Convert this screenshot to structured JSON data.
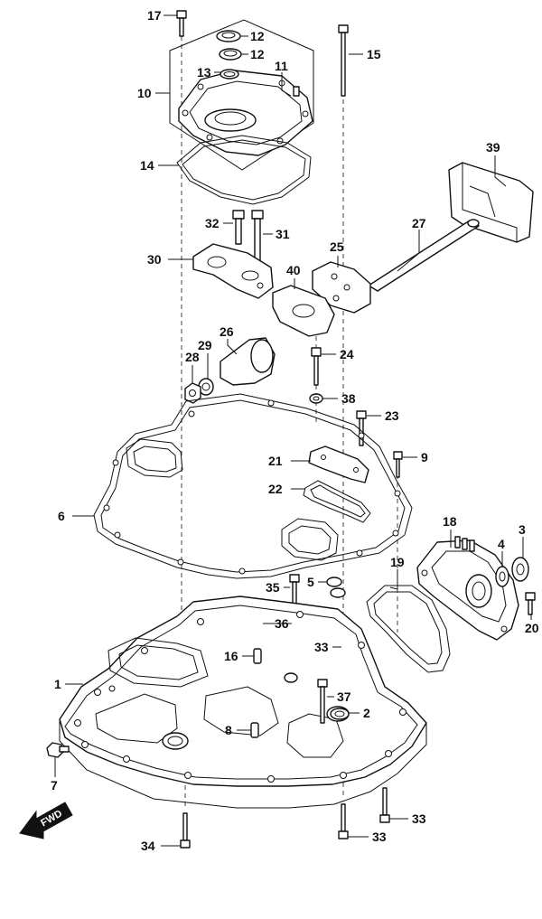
{
  "callouts": [
    {
      "id": "c17",
      "label": "17"
    },
    {
      "id": "c12a",
      "label": "12"
    },
    {
      "id": "c12b",
      "label": "12"
    },
    {
      "id": "c13",
      "label": "13"
    },
    {
      "id": "c11",
      "label": "11"
    },
    {
      "id": "c15",
      "label": "15"
    },
    {
      "id": "c10",
      "label": "10"
    },
    {
      "id": "c14",
      "label": "14"
    },
    {
      "id": "c39",
      "label": "39"
    },
    {
      "id": "c32",
      "label": "32"
    },
    {
      "id": "c31",
      "label": "31"
    },
    {
      "id": "c27",
      "label": "27"
    },
    {
      "id": "c30",
      "label": "30"
    },
    {
      "id": "c25",
      "label": "25"
    },
    {
      "id": "c40",
      "label": "40"
    },
    {
      "id": "c26",
      "label": "26"
    },
    {
      "id": "c29",
      "label": "29"
    },
    {
      "id": "c28",
      "label": "28"
    },
    {
      "id": "c24",
      "label": "24"
    },
    {
      "id": "c38",
      "label": "38"
    },
    {
      "id": "c23",
      "label": "23"
    },
    {
      "id": "c9",
      "label": "9"
    },
    {
      "id": "c21",
      "label": "21"
    },
    {
      "id": "c22",
      "label": "22"
    },
    {
      "id": "c6",
      "label": "6"
    },
    {
      "id": "c18",
      "label": "18"
    },
    {
      "id": "c3",
      "label": "3"
    },
    {
      "id": "c4",
      "label": "4"
    },
    {
      "id": "c19",
      "label": "19"
    },
    {
      "id": "c5",
      "label": "5"
    },
    {
      "id": "c35",
      "label": "35"
    },
    {
      "id": "c36",
      "label": "36"
    },
    {
      "id": "c20",
      "label": "20"
    },
    {
      "id": "c33a",
      "label": "33"
    },
    {
      "id": "c16",
      "label": "16"
    },
    {
      "id": "c1",
      "label": "1"
    },
    {
      "id": "c37",
      "label": "37"
    },
    {
      "id": "c2",
      "label": "2"
    },
    {
      "id": "c8",
      "label": "8"
    },
    {
      "id": "c7",
      "label": "7"
    },
    {
      "id": "c33b",
      "label": "33"
    },
    {
      "id": "c33c",
      "label": "33"
    },
    {
      "id": "c34",
      "label": "34"
    }
  ],
  "fwd_badge": {
    "label": "FWD"
  }
}
